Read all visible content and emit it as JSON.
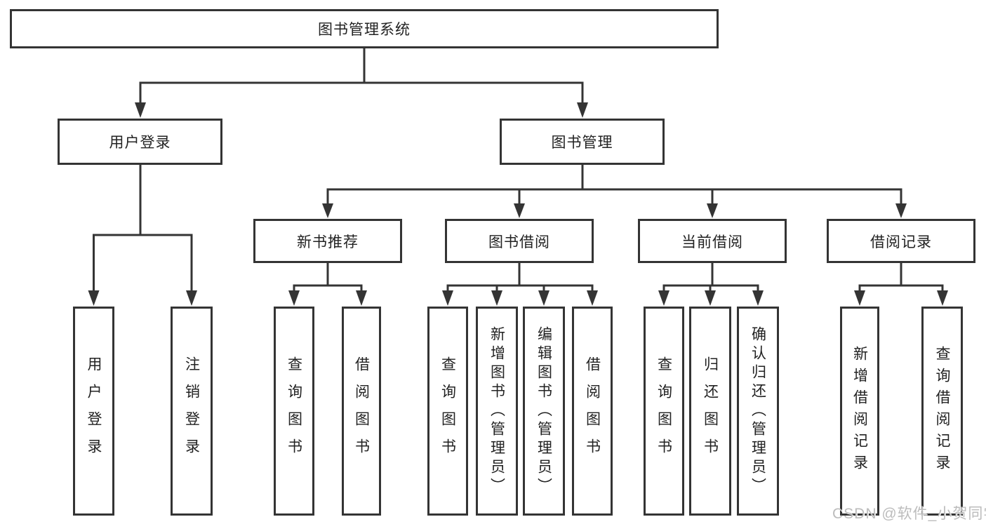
{
  "tree": {
    "label": "图书管理系统",
    "children": [
      {
        "label": "用户登录",
        "children": [
          {
            "label": "用户登录"
          },
          {
            "label": "注销登录"
          }
        ]
      },
      {
        "label": "图书管理",
        "children": [
          {
            "label": "新书推荐",
            "children": [
              {
                "label": "查询图书"
              },
              {
                "label": "借阅图书"
              }
            ]
          },
          {
            "label": "图书借阅",
            "children": [
              {
                "label": "查询图书"
              },
              {
                "label": "新增图书（管理员）"
              },
              {
                "label": "编辑图书（管理员）"
              },
              {
                "label": "借阅图书"
              }
            ]
          },
          {
            "label": "当前借阅",
            "children": [
              {
                "label": "查询图书"
              },
              {
                "label": "归还图书"
              },
              {
                "label": "确认归还（管理员）"
              }
            ]
          },
          {
            "label": "借阅记录",
            "children": [
              {
                "label": "新增借阅记录"
              },
              {
                "label": "查询借阅记录"
              }
            ]
          }
        ]
      }
    ]
  },
  "watermark": {
    "text": "CSDN @软件_小贺同学"
  },
  "colors": {
    "line": "#343434",
    "text": "#222222",
    "watermark": "#bcbcbc",
    "background": "#ffffff"
  }
}
